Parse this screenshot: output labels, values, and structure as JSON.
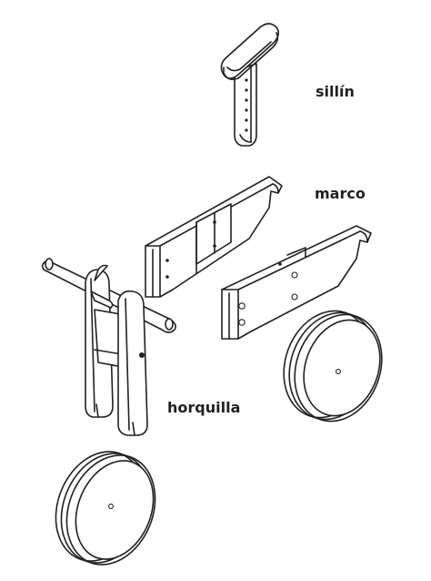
{
  "labels": {
    "seat": "sillín",
    "frame": "marco",
    "fork": "horquilla"
  },
  "colors": {
    "line": "#231f20",
    "background": "#ffffff"
  }
}
